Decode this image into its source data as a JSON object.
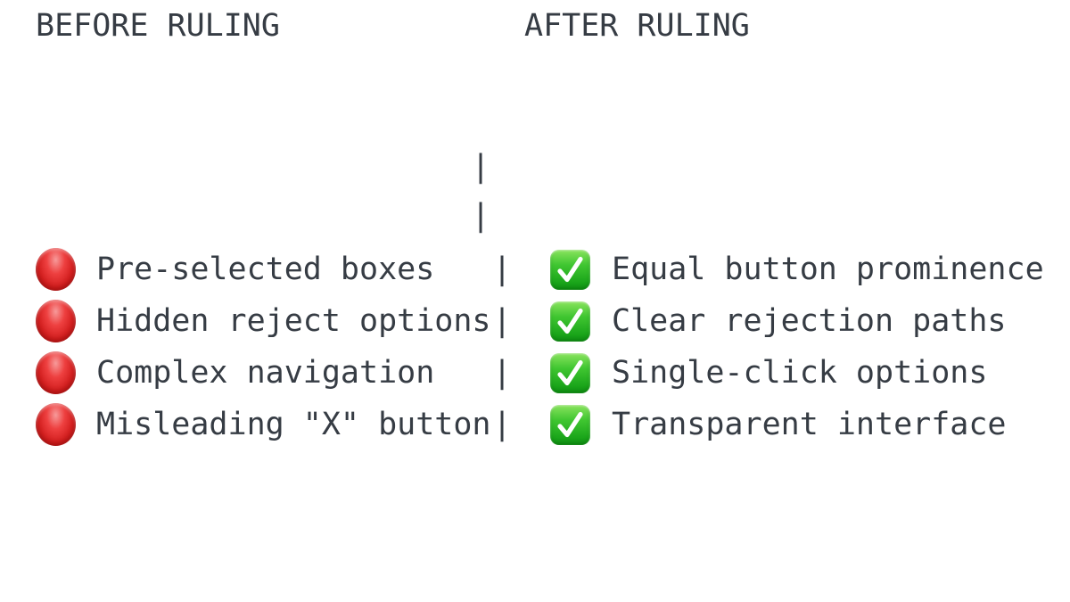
{
  "page": {
    "background": "#ffffff",
    "text_color": "#363c44"
  },
  "comparison": {
    "left_header": "BEFORE RULING",
    "right_header": "AFTER RULING",
    "separator": "|",
    "icons": {
      "left": "red-circle-emoji",
      "right": "green-check-emoji"
    },
    "colors": {
      "red": "#d42020",
      "green": "#2eb82e"
    },
    "rows": [
      {
        "left": "Pre-selected boxes",
        "right": "Equal button prominence"
      },
      {
        "left": "Hidden reject options",
        "right": "Clear rejection paths"
      },
      {
        "left": "Complex navigation",
        "right": "Single-click options"
      },
      {
        "left": "Misleading \"X\" button",
        "right": "Transparent interface"
      }
    ]
  }
}
